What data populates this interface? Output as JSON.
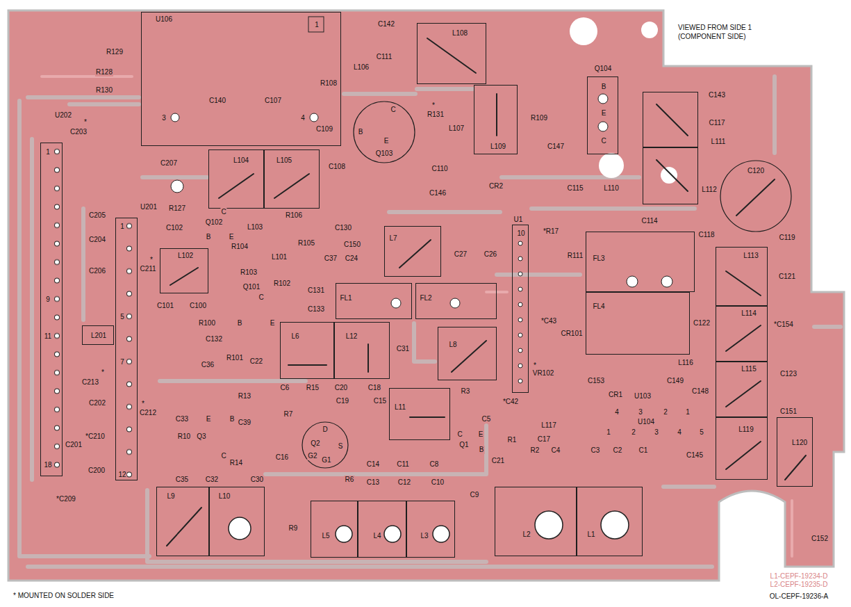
{
  "diagram": {
    "nodes": [
      {
        "text": [
          "U106",
          "1",
          "3",
          "4"
        ]
      },
      {
        "text": [
          "U202",
          "1",
          "9",
          "11",
          "18"
        ]
      },
      {
        "text": [
          "U201",
          "1",
          "5",
          "7",
          "12"
        ]
      },
      {
        "text": [
          "U1",
          "10"
        ]
      },
      {
        "text": [
          "C",
          "B",
          "E",
          "Q103"
        ]
      },
      {
        "text": [
          "Q104",
          "B",
          "E",
          "C"
        ]
      },
      {
        "text": [
          "L108"
        ]
      },
      {
        "text": [
          "L109"
        ]
      },
      {
        "text": [
          "L104"
        ]
      },
      {
        "text": [
          "L105"
        ]
      },
      {
        "text": [
          "L102"
        ]
      },
      {
        "text": [
          "L111"
        ]
      },
      {
        "text": [
          "L112"
        ]
      },
      {
        "text": [
          "C120"
        ]
      },
      {
        "text": [
          "L7"
        ]
      },
      {
        "text": [
          "FL1"
        ]
      },
      {
        "text": [
          "FL2"
        ]
      },
      {
        "text": [
          "FL3"
        ]
      },
      {
        "text": [
          "FL4"
        ]
      },
      {
        "text": [
          "L6"
        ]
      },
      {
        "text": [
          "L12"
        ]
      },
      {
        "text": [
          "L8"
        ]
      },
      {
        "text": [
          "L11"
        ]
      },
      {
        "text": [
          "D",
          "Q2",
          "S",
          "G2",
          "G1"
        ]
      },
      {
        "text": [
          "L113"
        ]
      },
      {
        "text": [
          "L114"
        ]
      },
      {
        "text": [
          "L115"
        ]
      },
      {
        "text": [
          "L119"
        ]
      },
      {
        "text": [
          "L120"
        ]
      },
      {
        "text": [
          "L201"
        ]
      },
      {
        "text": [
          "L9"
        ]
      },
      {
        "text": [
          "L10"
        ]
      },
      {
        "text": [
          "L5"
        ]
      },
      {
        "text": [
          "L4"
        ]
      },
      {
        "text": [
          "L3"
        ]
      },
      {
        "text": [
          "L2"
        ]
      },
      {
        "text": [
          "L1"
        ]
      }
    ],
    "labels": [
      "VIEWED FROM SIDE 1 (COMPONENT SIDE)",
      "R129",
      "R128",
      "R130",
      "C142",
      "C111",
      "L106",
      "R108",
      "C109",
      "C140",
      "C107",
      "*",
      "R131",
      "L107",
      "R109",
      "C143",
      "C117",
      "*",
      "C203",
      "C207",
      "C108",
      "C110",
      "C147",
      "C146",
      "CR2",
      "C115",
      "L110",
      "R127",
      "Q102",
      "C",
      "R106",
      "C114",
      "C102",
      "L103",
      "C130",
      "*R17",
      "C118",
      "C119",
      "B",
      "E",
      "R104",
      "C150",
      "R105",
      "L101",
      "C37",
      "C24",
      "C27",
      "C26",
      "R111",
      "R103",
      "C121",
      "C205",
      "C204",
      "*",
      "C211",
      "C206",
      "R102",
      "Q101",
      "C131",
      "C",
      "C101",
      "C100",
      "C133",
      "*C43",
      "R100",
      "B",
      "E",
      "C122",
      "*C154",
      "CR101",
      "C132",
      "C31",
      "R101",
      "C22",
      "L116",
      "C36",
      "*",
      "VR102",
      "C123",
      "*",
      "C213",
      "C149",
      "C153",
      "C6",
      "R15",
      "C20",
      "C18",
      "C148",
      "R3",
      "CR1",
      "U103",
      "R13",
      "C19",
      "C15",
      "*C42",
      "*",
      "C202",
      "C212",
      "4",
      "3",
      "2",
      "1",
      "C151",
      "R7",
      "C33",
      "E",
      "B",
      "C5",
      "C39",
      "U104",
      "L117",
      "1",
      "2",
      "3",
      "4",
      "5",
      "C",
      "E",
      "Q3",
      "R10",
      "*C210",
      "C17",
      "R1",
      "Q1",
      "C201",
      "B",
      "R2",
      "C4",
      "C3",
      "C2",
      "C1",
      "C145",
      "C",
      "C16",
      "C21",
      "R14",
      "C14",
      "C11",
      "C8",
      "C200",
      "C35",
      "C32",
      "C30",
      "R6",
      "C13",
      "C12",
      "C10",
      "C9",
      "*C209",
      "R9",
      "C152",
      "* MOUNTED ON SOLDER SIDE",
      "L1-CEPF-19234-D",
      "L2-CEPF-19235-D",
      "OL-CEPF-19236-A"
    ]
  }
}
